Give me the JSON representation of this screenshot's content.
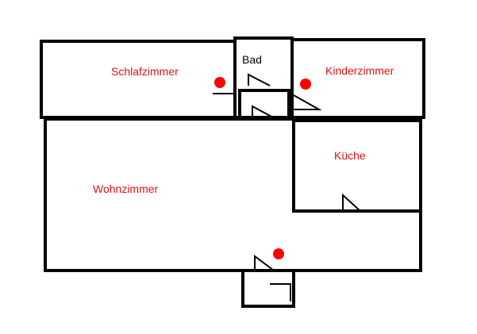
{
  "colors": {
    "wall": "#000000",
    "label_red": "#e01010",
    "label_black": "#000000",
    "marker": "#ff0000"
  },
  "rooms": {
    "schlafzimmer": "Schlafzimmer",
    "bad": "Bad",
    "kinderzimmer": "Kinderzimmer",
    "kueche": "Küche",
    "wohnzimmer": "Wohnzimmer"
  },
  "markers": [
    "red-dot-marker",
    "red-dot-marker",
    "red-dot-marker"
  ]
}
